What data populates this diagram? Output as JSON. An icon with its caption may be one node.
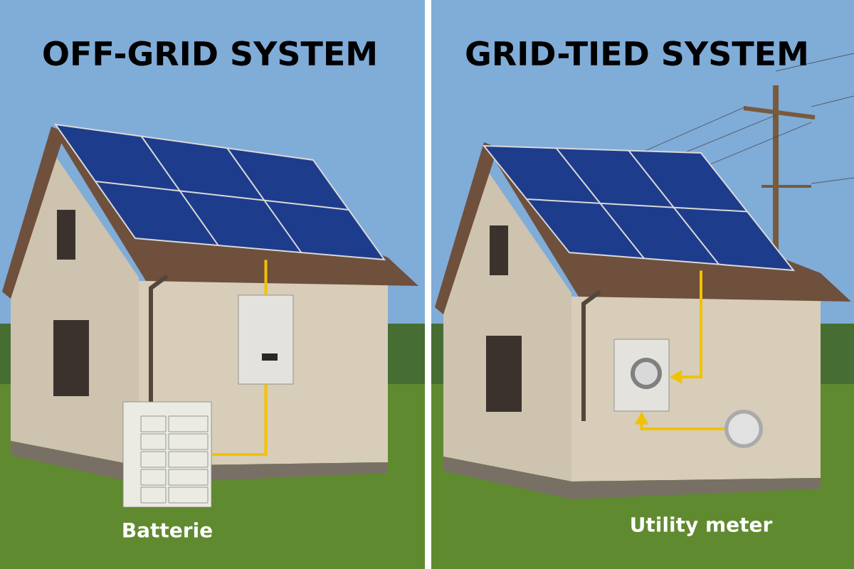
{
  "diagram": {
    "nodes": [
      {
        "text": [],
        "shape": "picture"
      },
      {
        "text": [],
        "shape": "picture"
      },
      {
        "text": [],
        "shape": "picture",
        "beside": [
          "Batterie"
        ]
      },
      {
        "text": [],
        "shape": "picture"
      },
      {
        "text": [],
        "shape": "picture"
      },
      {
        "text": [],
        "shape": "picture",
        "beside": [
          "Utility meter"
        ]
      }
    ],
    "edges": [
      {
        "from": 0,
        "to": 1,
        "arrow": "none"
      },
      {
        "from": 1,
        "to": 2,
        "arrow": "none"
      },
      {
        "from": 3,
        "to": 4,
        "arrow": "to"
      },
      {
        "from": 5,
        "to": 4,
        "arrow": "to"
      }
    ],
    "labels": [
      "OFF-GRID SYSTEM",
      "GRID-TIED SYSTEM"
    ]
  }
}
